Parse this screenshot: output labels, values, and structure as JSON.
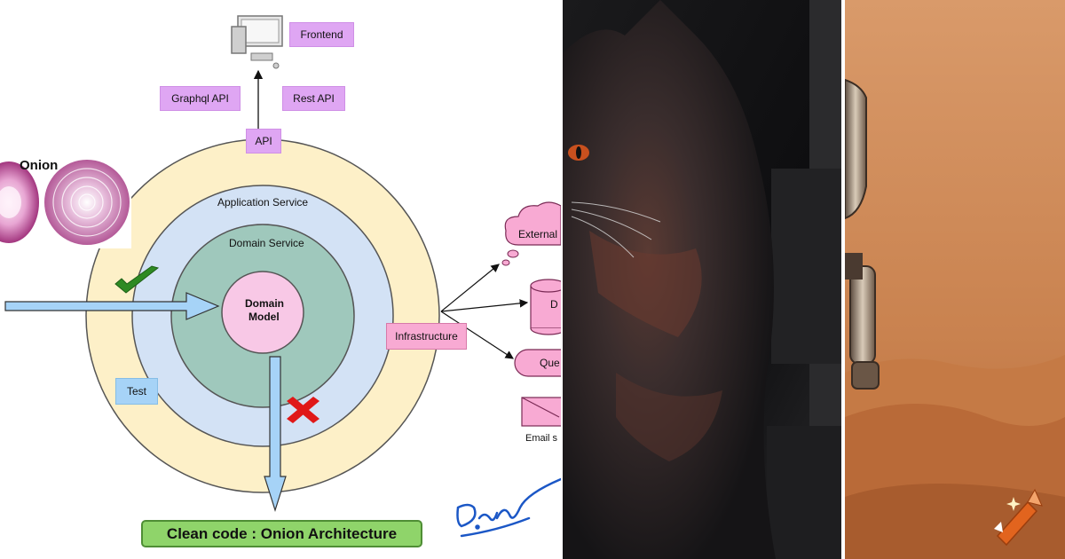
{
  "diagram": {
    "frontend_label": "Frontend",
    "graphql_label": "Graphql API",
    "rest_label": "Rest API",
    "api_label": "API",
    "onion_label": "Onion",
    "application_service_label": "Application Service",
    "domain_service_label": "Domain Service",
    "domain_model_line1": "Domain",
    "domain_model_line2": "Model",
    "infrastructure_label": "Infrastructure",
    "test_label": "Test",
    "external_label": "External",
    "db_label": "D",
    "queue_label": "Que",
    "email_label": "Email s",
    "title": "Clean code : Onion Architecture",
    "colors": {
      "outer_ring": "#fdf0c8",
      "app_ring": "#d3e2f5",
      "domain_service_ring": "#9fc8bc",
      "domain_model": "#f8c8e6",
      "title_green": "#8fd46a"
    }
  }
}
